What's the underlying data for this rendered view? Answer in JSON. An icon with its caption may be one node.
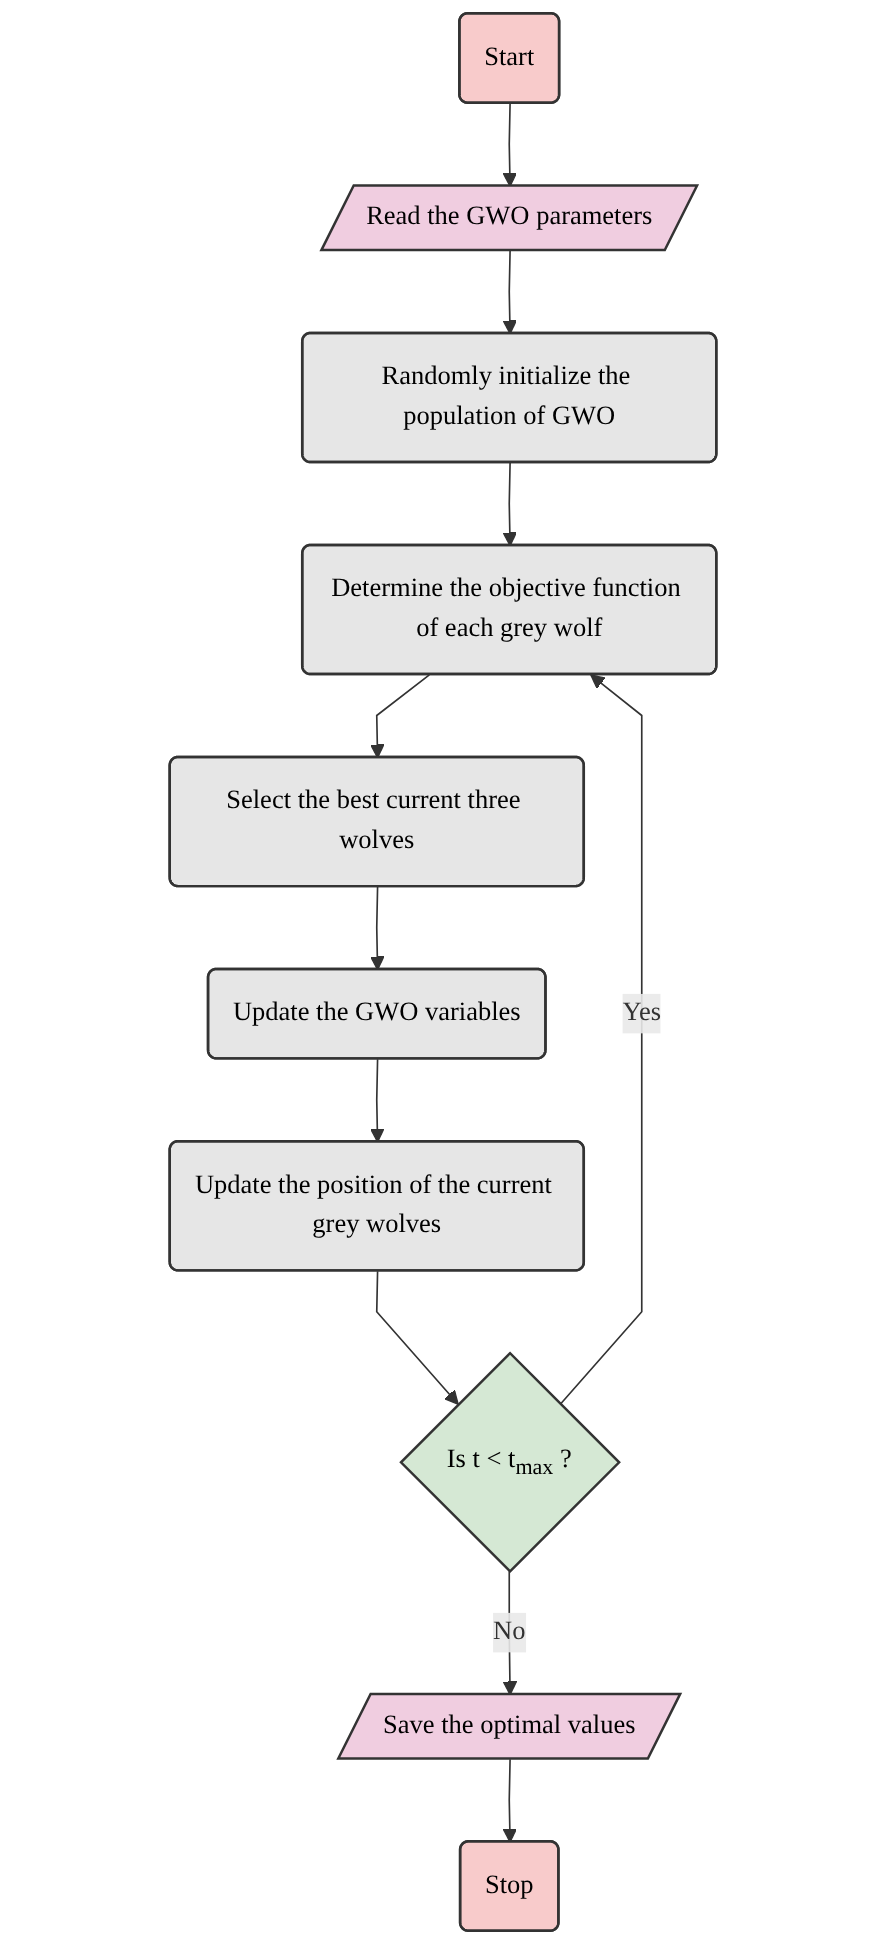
{
  "diagram": {
    "nodes": [
      {
        "text": [
          "Start"
        ]
      },
      {
        "text": [
          "Read the GWO parameters"
        ]
      },
      {
        "text": [
          "Randomly initialize the population of GWO"
        ]
      },
      {
        "text": [
          "Determine the objective function of each grey wolf"
        ]
      },
      {
        "text": [
          "Select the best current three wolves"
        ]
      },
      {
        "text": [
          "Update the GWO variables"
        ]
      },
      {
        "text": [
          "Update the position of the current grey wolves"
        ]
      },
      {
        "text": [
          "Is t < t$_{max}$ ?"
        ]
      },
      {
        "text": [
          "Save the optimal values"
        ]
      },
      {
        "text": [
          "Stop"
        ]
      }
    ],
    "edges": [
      {
        "from": 0,
        "to": 1,
        "arrow": "to"
      },
      {
        "from": 1,
        "to": 2,
        "arrow": "to"
      },
      {
        "from": 2,
        "to": 3,
        "arrow": "to"
      },
      {
        "from": 3,
        "to": 4,
        "arrow": "to"
      },
      {
        "from": 4,
        "to": 5,
        "arrow": "to"
      },
      {
        "from": 5,
        "to": 6,
        "arrow": "to"
      },
      {
        "from": 6,
        "to": 7,
        "arrow": "to"
      },
      {
        "from": 7,
        "to": 3,
        "label": "Yes",
        "arrow": "to"
      },
      {
        "from": 7,
        "to": 8,
        "label": "No",
        "arrow": "to"
      },
      {
        "from": 8,
        "to": 9,
        "arrow": "to"
      }
    ]
  }
}
